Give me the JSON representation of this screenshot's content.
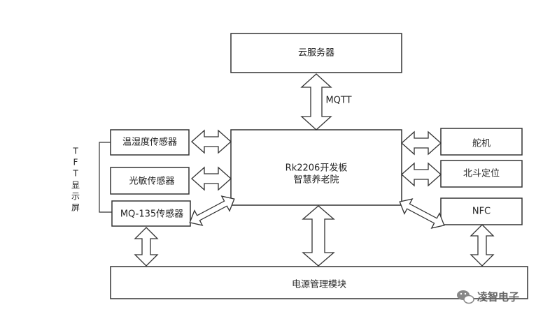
{
  "boxes": {
    "cloud": "云服务器",
    "main_board_line1": "Rk2206开发板",
    "main_board_line2": "智慧养老院",
    "temp_humidity": "温湿度传感器",
    "light": "光敏传感器",
    "mq135": "MQ-135传感器",
    "servo": "舵机",
    "beidou": "北斗定位",
    "nfc": "NFC",
    "power": "电源管理模块"
  },
  "protocol_label": "MQTT",
  "tft_label": [
    "T",
    "F",
    "T",
    "显",
    "示",
    "屏"
  ],
  "watermark": "凌智电子",
  "colors": {
    "stroke": "#333333",
    "fill": "#ffffff",
    "text": "#222222",
    "watermark": "#666666"
  }
}
